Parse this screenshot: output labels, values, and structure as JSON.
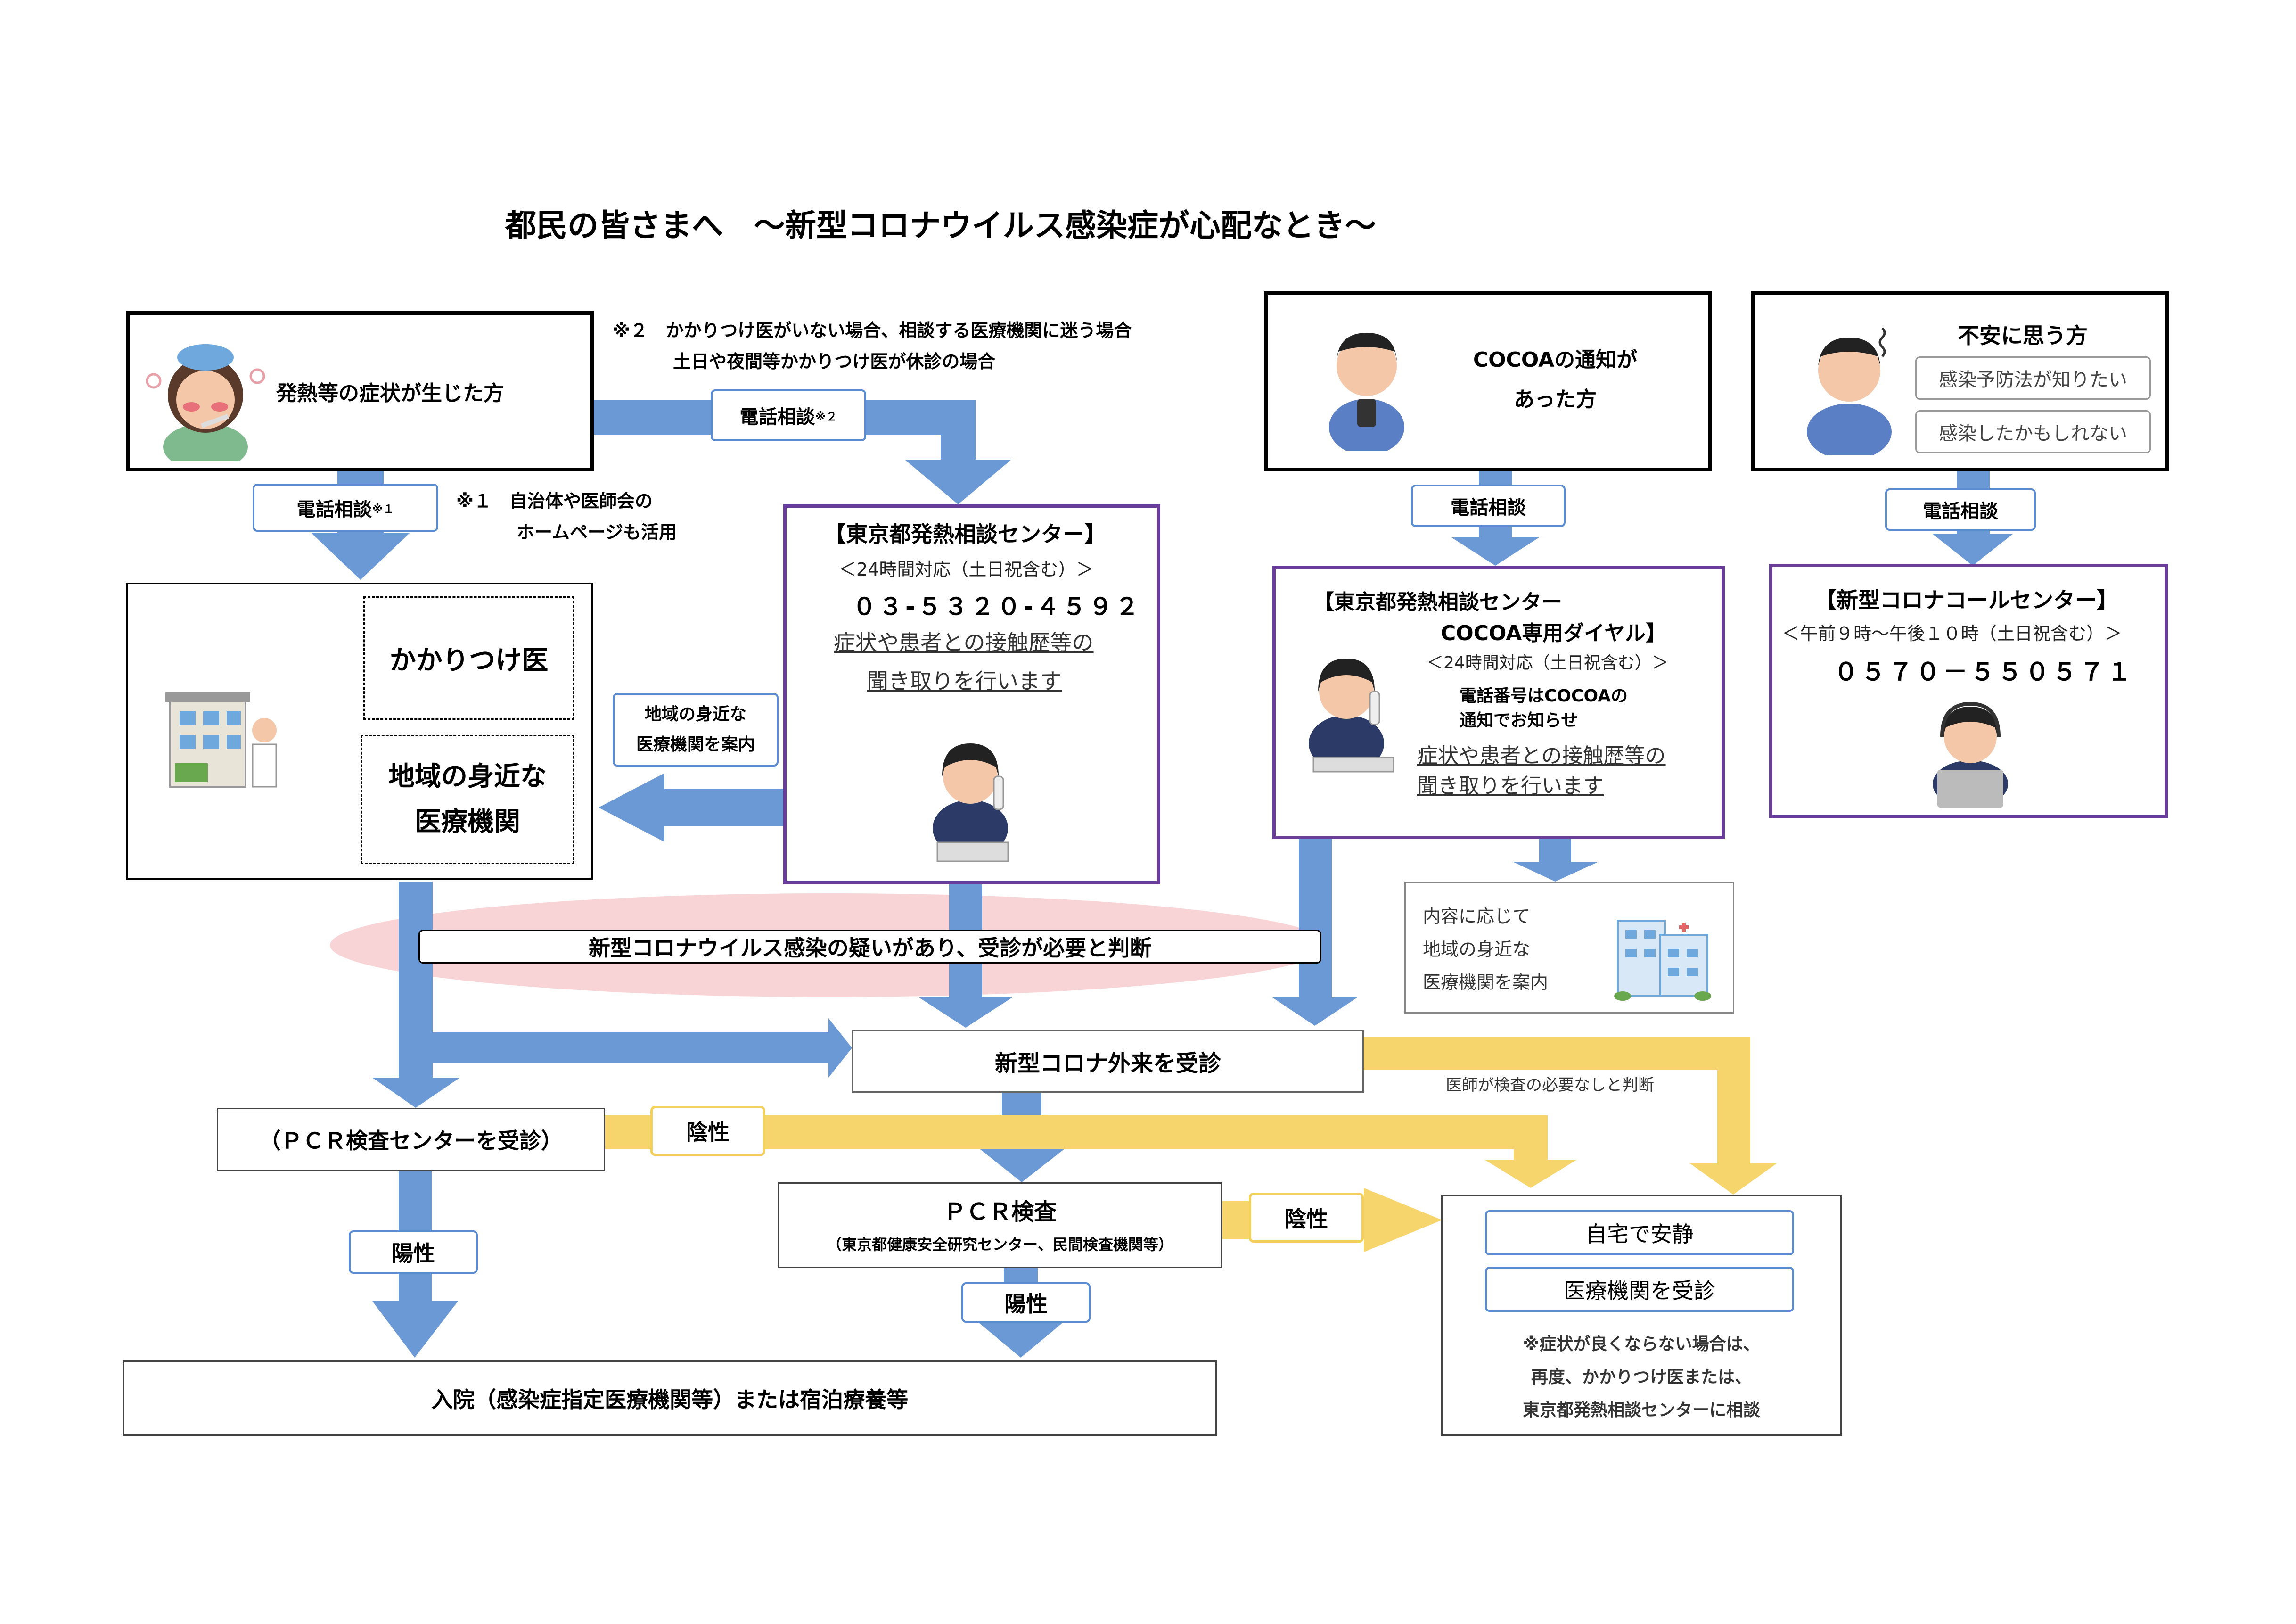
{
  "title": "都民の皆さまへ　～新型コロナウイルス感染症が心配なとき～",
  "note2": {
    "line1": "※２　かかりつけ医がいない場合、相談する医療機関に迷う場合",
    "line2": "土日や夜間等かかりつけ医が休診の場合"
  },
  "note1": {
    "line1": "※１　自治体や医師会の",
    "line2": "ホームページも活用"
  },
  "symptom_box": {
    "label": "発熱等の症状が生じた方"
  },
  "cocoa_box": {
    "line1": "COCOAの通知が",
    "line2": "あった方"
  },
  "anxious_box": {
    "title": "不安に思う方",
    "opt1": "感染予防法が知りたい",
    "opt2": "感染したかもしれない"
  },
  "labels": {
    "phone_consult": "電話相談",
    "sup1": "※１",
    "sup2": "※２",
    "guide_local": {
      "line1": "地域の身近な",
      "line2": "医療機関を案内"
    },
    "negative": "陰性",
    "positive": "陽性",
    "doctor_no_test": "医師が検査の必要なしと判断"
  },
  "local_clinic_box": {
    "kakaritsuke": "かかりつけ医",
    "local_line1": "地域の身近な",
    "local_line2": "医療機関"
  },
  "fever_center": {
    "title": "【東京都発熱相談センター】",
    "hours": "＜24時間対応（土日祝含む）＞",
    "phone": "０３-５３２０-４５９２",
    "note_line1": "症状や患者との接触歴等の",
    "note_line2": "聞き取りを行います"
  },
  "cocoa_center": {
    "title_line1": "【東京都発熱相談センター",
    "title_line2": "COCOA専用ダイヤル】",
    "hours": "＜24時間対応（土日祝含む）＞",
    "phone_note_line1": "電話番号はCOCOAの",
    "phone_note_line2": "通知でお知らせ",
    "note_line1": "症状や患者との接触歴等の",
    "note_line2": "聞き取りを行います"
  },
  "call_center": {
    "title": "【新型コロナコールセンター】",
    "hours": "＜午前９時～午後１０時（土日祝含む）＞",
    "phone": "０５７０－５５０５７１"
  },
  "guide_box": {
    "line1": "内容に応じて",
    "line2": "地域の身近な",
    "line3": "医療機関を案内"
  },
  "suspect_banner": "新型コロナウイルス感染の疑いがあり、受診が必要と判断",
  "outpatient": "新型コロナ外来を受診",
  "pcr_center": "（ＰＣＲ検査センターを受診）",
  "pcr_test": {
    "title": "ＰＣＲ検査",
    "sub": "（東京都健康安全研究センター、民間検査機関等）"
  },
  "hospital": "入院（感染症指定医療機関等）または宿泊療養等",
  "home_box": {
    "opt1": "自宅で安静",
    "opt2": "医療機関を受診",
    "note1": "※症状が良くならない場合は、",
    "note2": "再度、かかりつけ医または、",
    "note3": "東京都発熱相談センターに相談"
  },
  "colors": {
    "arrow_blue": "#6a99d6",
    "arrow_yellow": "#f5d56c",
    "purple": "#6a3d9a",
    "banner_pink": "#f7c6c9"
  }
}
